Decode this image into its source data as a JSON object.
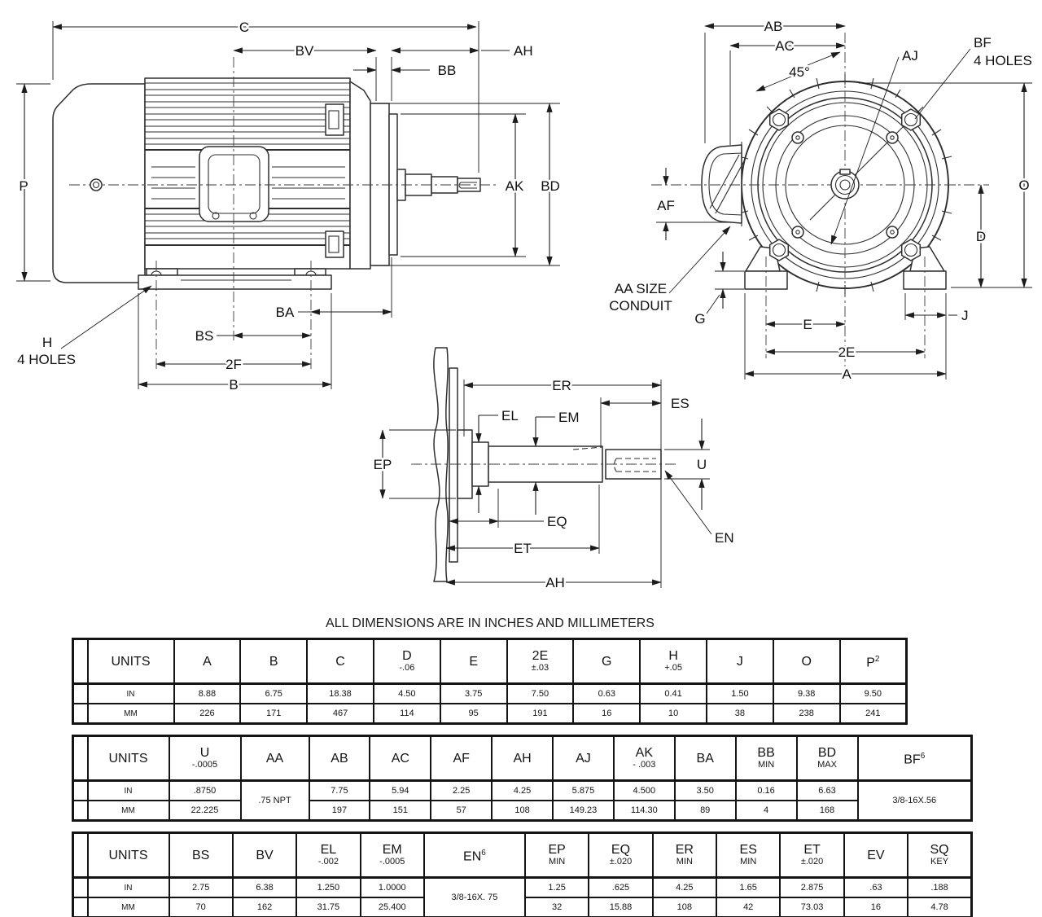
{
  "note": "ALL DIMENSIONS ARE IN INCHES AND MILLIMETERS",
  "side_view": {
    "c": "C",
    "bv": "BV",
    "bb": "BB",
    "ah": "AH",
    "p": "P",
    "ak": "AK",
    "bd": "BD",
    "ba": "BA",
    "bs": "BS",
    "f2": "2F",
    "b": "B",
    "h": "H",
    "h_note": "4 HOLES"
  },
  "front_view": {
    "ab": "AB",
    "ac": "AC",
    "angle": "45°",
    "aj": "AJ",
    "bf": "BF",
    "bf_note": "4 HOLES",
    "af": "AF",
    "aa1": "AA SIZE",
    "aa2": "CONDUIT",
    "g": "G",
    "e": "E",
    "e2": "2E",
    "a": "A",
    "j": "J",
    "d": "D",
    "o": "O"
  },
  "shaft_view": {
    "er": "ER",
    "es": "ES",
    "el": "EL",
    "em": "EM",
    "ep": "EP",
    "u": "U",
    "eq": "EQ",
    "et": "ET",
    "ah": "AH",
    "en": "EN"
  },
  "tables": {
    "t1": {
      "cols": [
        {
          "h": "UNITS"
        },
        {
          "h": "A"
        },
        {
          "h": "B"
        },
        {
          "h": "C"
        },
        {
          "h": "D",
          "sub": "-.06"
        },
        {
          "h": "E"
        },
        {
          "h": "2E",
          "sub": "±.03"
        },
        {
          "h": "G"
        },
        {
          "h": "H",
          "sub": "+.05"
        },
        {
          "h": "J"
        },
        {
          "h": "O"
        },
        {
          "h": "P",
          "sup": "2"
        }
      ],
      "in_label": "IN",
      "mm_label": "MM",
      "in": [
        "8.88",
        "6.75",
        "18.38",
        "4.50",
        "3.75",
        "7.50",
        "0.63",
        "0.41",
        "1.50",
        "9.38",
        "9.50"
      ],
      "mm": [
        "226",
        "171",
        "467",
        "114",
        "95",
        "191",
        "16",
        "10",
        "38",
        "238",
        "241"
      ]
    },
    "t2": {
      "cols": [
        {
          "h": "UNITS"
        },
        {
          "h": "U",
          "sub": "-.0005"
        },
        {
          "h": "AA"
        },
        {
          "h": "AB"
        },
        {
          "h": "AC"
        },
        {
          "h": "AF"
        },
        {
          "h": "AH"
        },
        {
          "h": "AJ"
        },
        {
          "h": "AK",
          "sub": "- .003"
        },
        {
          "h": "BA"
        },
        {
          "h": "BB",
          "sub": "MIN"
        },
        {
          "h": "BD",
          "sub": "MAX"
        },
        {
          "h": "BF",
          "sup": "6"
        }
      ],
      "in_label": "IN",
      "mm_label": "MM",
      "in": [
        ".8750",
        "7.75",
        "5.94",
        "2.25",
        "4.25",
        "5.875",
        "4.500",
        "3.50",
        "0.16",
        "6.63"
      ],
      "mm": [
        "22.225",
        "197",
        "151",
        "57",
        "108",
        "149.23",
        "114.30",
        "89",
        "4",
        "168"
      ],
      "aa_span": ".75 NPT",
      "bf_span": "3/8-16X.56"
    },
    "t3": {
      "cols": [
        {
          "h": "UNITS"
        },
        {
          "h": "BS"
        },
        {
          "h": "BV"
        },
        {
          "h": "EL",
          "sub": "-.002"
        },
        {
          "h": "EM",
          "sub": "-.0005"
        },
        {
          "h": "EN",
          "sup": "6"
        },
        {
          "h": "EP",
          "sub": "MIN"
        },
        {
          "h": "EQ",
          "sub": "±.020"
        },
        {
          "h": "ER",
          "sub": "MIN"
        },
        {
          "h": "ES",
          "sub": "MIN"
        },
        {
          "h": "ET",
          "sub": "±.020"
        },
        {
          "h": "EV"
        },
        {
          "h": "SQ",
          "sub": "KEY"
        }
      ],
      "in_label": "IN",
      "mm_label": "MM",
      "in": [
        "2.75",
        "6.38",
        "1.250",
        "1.0000",
        "1.25",
        ".625",
        "4.25",
        "1.65",
        "2.875",
        ".63",
        ".188"
      ],
      "mm": [
        "70",
        "162",
        "31.75",
        "25.400",
        "32",
        "15.88",
        "108",
        "42",
        "73.03",
        "16",
        "4.78"
      ],
      "en_span": "3/8-16X. 75"
    }
  }
}
